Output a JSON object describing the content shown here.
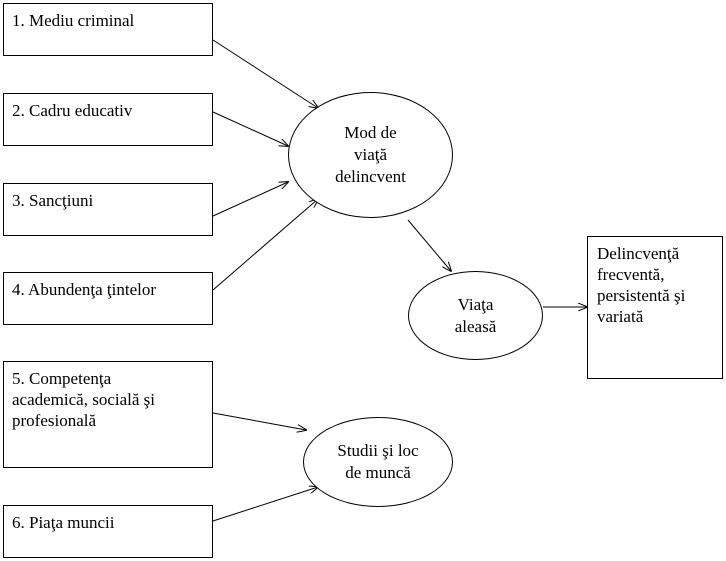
{
  "factors": [
    "1. Mediu criminal",
    "2. Cadru educativ",
    "3. Sancţiuni",
    "4. Abundenţa ţintelor",
    "5. Competenţa\nacademică, socială şi\nprofesională",
    "6. Piaţa muncii"
  ],
  "nodes": {
    "lifestyle": "Mod de\nviaţă\ndelincvent",
    "chosen_life": "Viaţa\naleasă",
    "studies_work": "Studii şi loc\nde muncă",
    "outcome": "Delincvenţă\nfrecventă,\npersistentă şi\nvariată"
  },
  "colors": {
    "line": "#000000",
    "fill": "#ffffff"
  }
}
